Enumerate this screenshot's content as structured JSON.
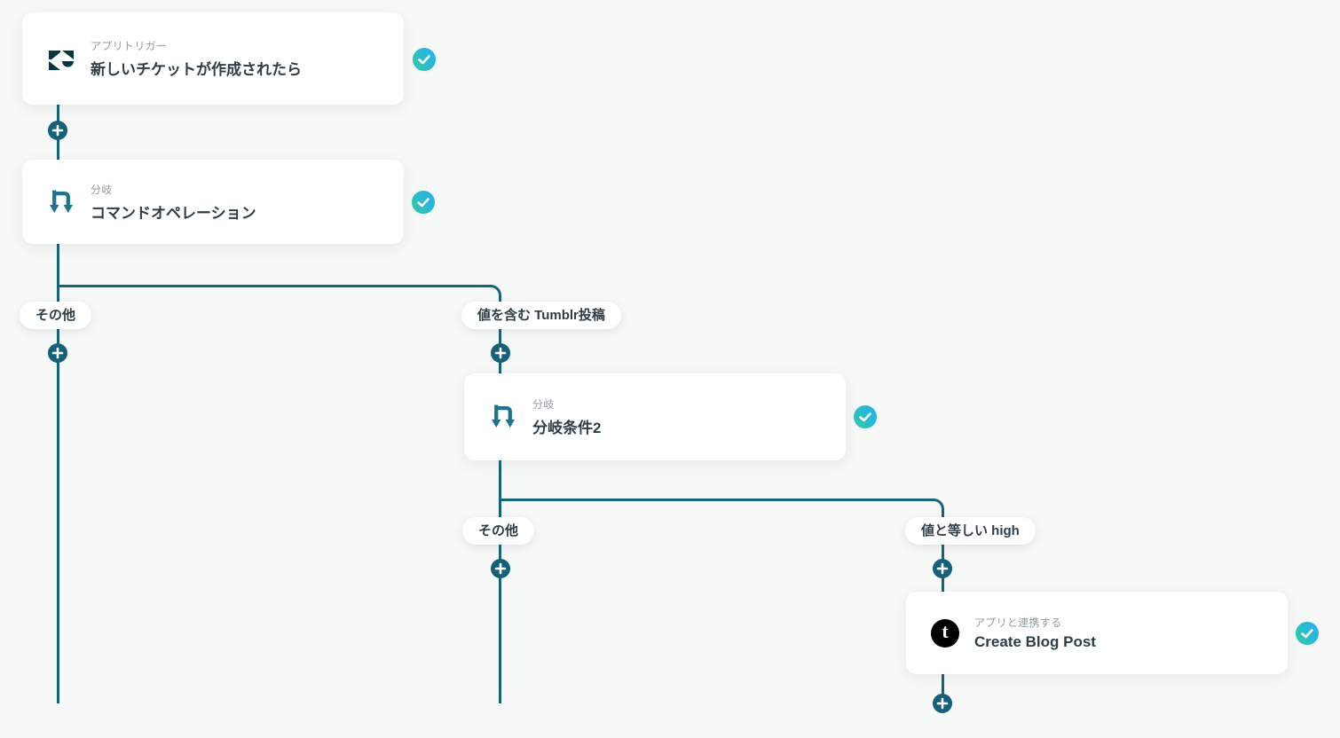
{
  "workflow": {
    "nodes": [
      {
        "category": "アプリトリガー",
        "title": "新しいチケットが作成されたら",
        "icon": "zendesk-icon",
        "status": "completed"
      },
      {
        "category": "分岐",
        "title": "コマンドオペレーション",
        "icon": "branch-icon",
        "status": "completed"
      },
      {
        "category": "分岐",
        "title": "分岐条件2",
        "icon": "branch-icon",
        "status": "completed"
      },
      {
        "category": "アプリと連携する",
        "title": "Create Blog Post",
        "icon": "tumblr-icon",
        "status": "completed"
      }
    ],
    "branch_labels": [
      {
        "text": "その他"
      },
      {
        "text": "値を含む Tumblr投稿"
      },
      {
        "text": "その他"
      },
      {
        "text": "値と等しい high"
      }
    ],
    "tumblr_glyph": "t"
  },
  "colors": {
    "background": "#f7f8f8",
    "connector": "#16647b",
    "plus_button": "#15617a",
    "card_background": "#ffffff",
    "category_text": "#939c9f",
    "title_text": "#2e3d46",
    "check_gradient_start": "#2ecba1",
    "check_gradient_end": "#27b2e9",
    "zendesk_brand": "#03363d",
    "tumblr_brand": "#000000",
    "branch_icon": "#1b7490"
  }
}
